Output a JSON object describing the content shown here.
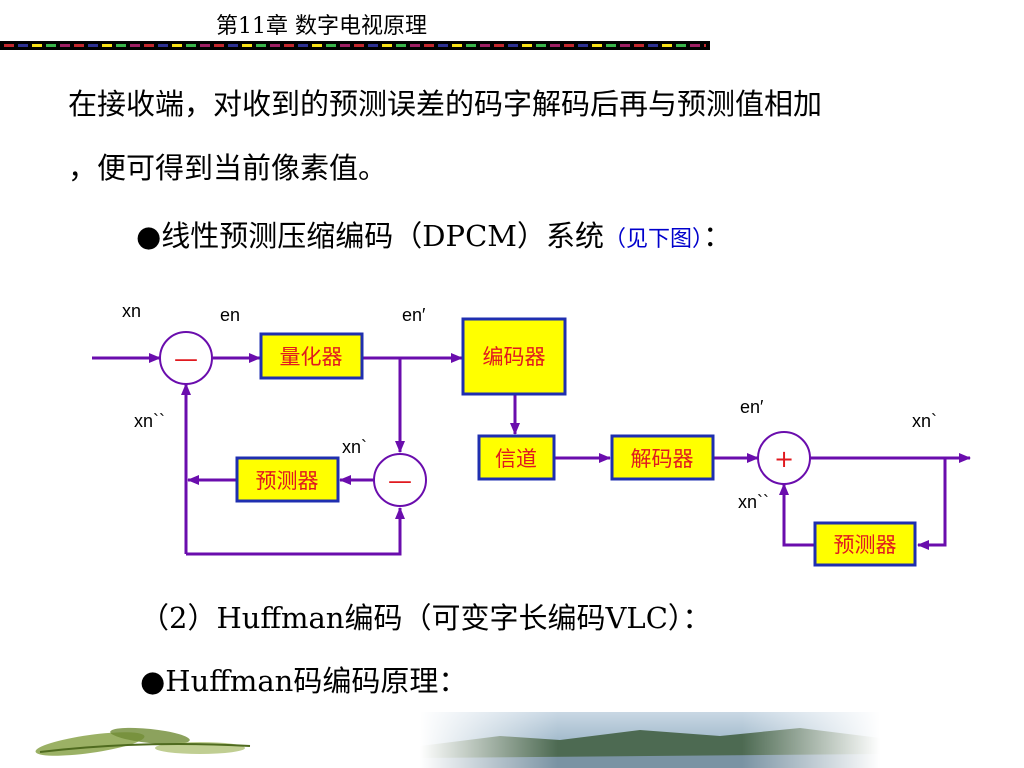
{
  "header": {
    "chapter_title": "第11章  数字电视原理"
  },
  "body": {
    "line1": "在接收端，对收到的预测误差的码字解码后再与预测值相加",
    "line2": "，便可得到当前像素值。",
    "bullet1_main": "●线性预测压缩编码（DPCM）系统",
    "bullet1_note": "（见下图）",
    "bullet1_end": "：",
    "section2": "（2）Huffman编码（可变字长编码VLC）：",
    "bullet2": "●Huffman码编码原理："
  },
  "diagram": {
    "labels": {
      "xn_input": "xn",
      "en": "en",
      "en_prime_top": "en′",
      "xn_pred_left": "xn``",
      "xn_tick_mid": "xn`",
      "en_prime_right": "en′",
      "xn_tick_out": "xn`",
      "xn_pred_right": "xn``"
    },
    "blocks": {
      "quantizer": "量化器",
      "encoder": "编码器",
      "channel": "信道",
      "decoder": "解码器",
      "predictor_left": "预测器",
      "predictor_right": "预测器"
    },
    "operators": {
      "subtract_top": "—",
      "subtract_mid": "—",
      "add": "+"
    },
    "colors": {
      "line": "#6a0dad",
      "box_fill": "#ffff00",
      "box_border": "#1f2fb0",
      "box_text": "#e0191f"
    }
  }
}
